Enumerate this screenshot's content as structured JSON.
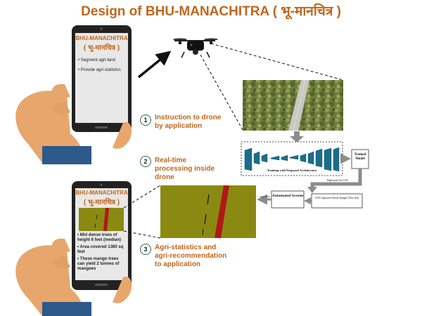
{
  "title": "Design of BHU-MANACHITRA ( भू-मानचित्र )",
  "phone_top": {
    "app_name": "BHU-MANACHITRA",
    "app_name_hindi": "( भू-मानचित्र )",
    "bullets": [
      "Segment agri-land",
      "Provide agri-statistics"
    ]
  },
  "phone_bottom": {
    "app_name": "BHU-MANACHITRA",
    "app_name_hindi": "( भू-मानचित्र )",
    "bullets": [
      "Mid dense trees of height 6 feet (median)",
      "Area covered 1380 sq feet",
      "These mango trees can yield 2 tonnes of mangoes"
    ]
  },
  "steps": [
    {
      "num": "1",
      "text": "Instruction to drone by application"
    },
    {
      "num": "2",
      "text": "Real-time processing inside drone"
    },
    {
      "num": "3",
      "text": "Agri-statistics and agri-recommendation to application"
    }
  ],
  "pipeline": {
    "nn_caption": "Training with Proposed Architecture",
    "trained_model": "Trained Model",
    "deployed": "Deployed On UAV",
    "automated_system": "Automated System",
    "uav_images": "UAV-captured Aerial Images (Test Set)",
    "real_time": "Real Time"
  },
  "colors": {
    "accent": "#c0661c",
    "field": "#8a8a12",
    "road": "#b01818",
    "nn": "#1b6d8c",
    "arrow": "#8c8c8c"
  }
}
